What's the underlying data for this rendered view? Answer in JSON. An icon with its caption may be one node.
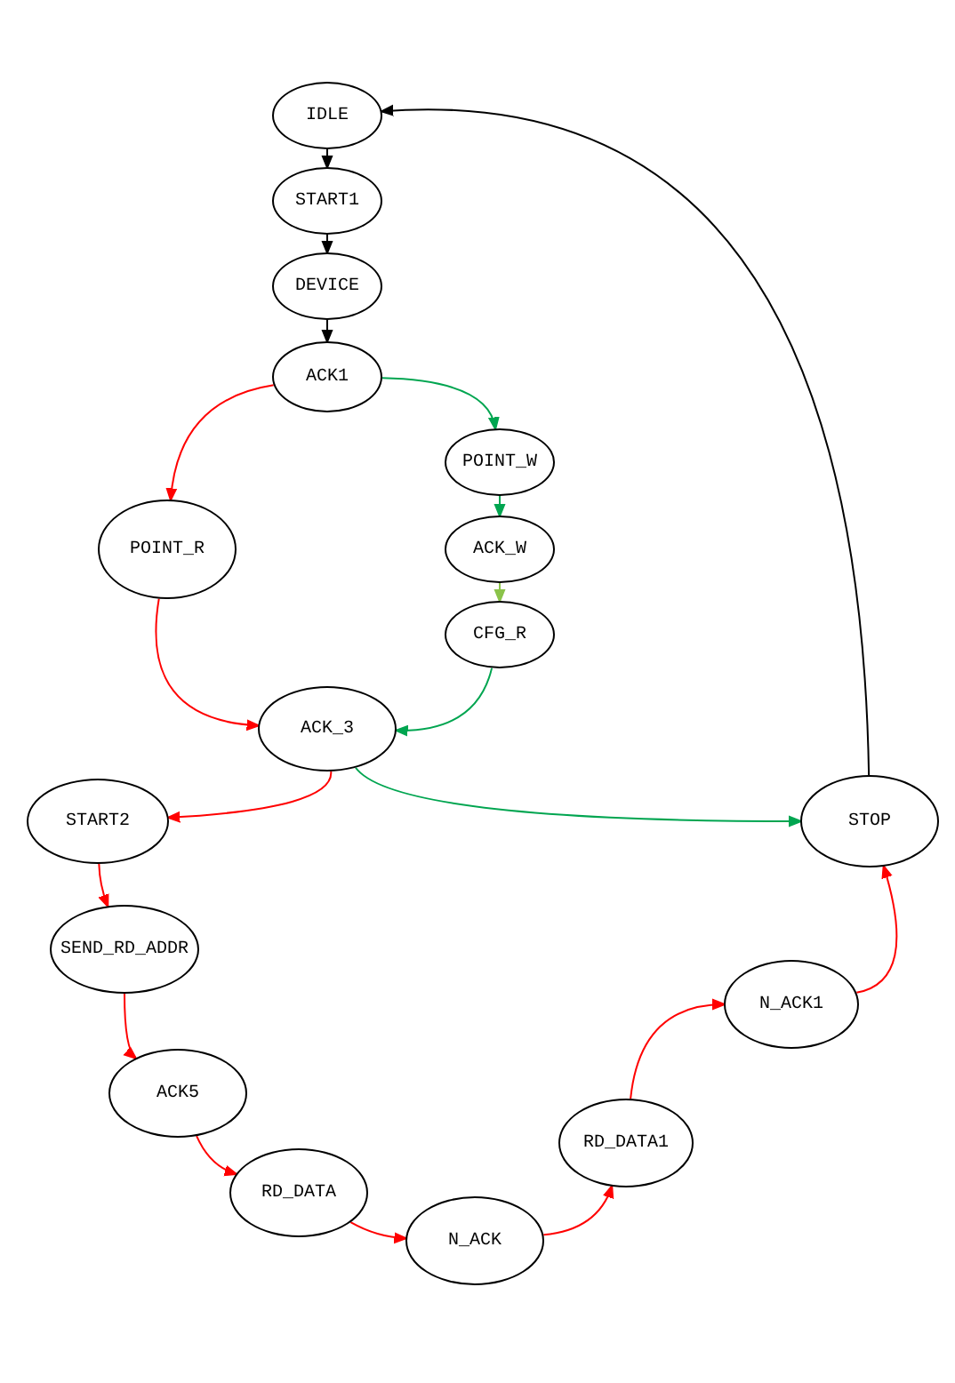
{
  "diagram": {
    "nodes": [
      {
        "text": [
          "IDLE"
        ]
      },
      {
        "text": [
          "START1"
        ]
      },
      {
        "text": [
          "DEVICE"
        ]
      },
      {
        "text": [
          "ACK1"
        ]
      },
      {
        "text": [
          "POINT_W"
        ]
      },
      {
        "text": [
          "POINT_R"
        ]
      },
      {
        "text": [
          "ACK_W"
        ]
      },
      {
        "text": [
          "CFG_R"
        ]
      },
      {
        "text": [
          "ACK_3"
        ]
      },
      {
        "text": [
          "START2"
        ]
      },
      {
        "text": [
          "STOP"
        ]
      },
      {
        "text": [
          "SEND_RD_ADDR"
        ]
      },
      {
        "text": [
          "N_ACK1"
        ]
      },
      {
        "text": [
          "ACK5"
        ]
      },
      {
        "text": [
          "RD_DATA1"
        ]
      },
      {
        "text": [
          "RD_DATA"
        ]
      },
      {
        "text": [
          "N_ACK"
        ]
      }
    ],
    "edges": [
      {
        "from": 0,
        "to": 1,
        "arrow": "to",
        "color": "#000000"
      },
      {
        "from": 1,
        "to": 2,
        "arrow": "to",
        "color": "#000000"
      },
      {
        "from": 2,
        "to": 3,
        "arrow": "to",
        "color": "#000000"
      },
      {
        "from": 3,
        "to": 4,
        "arrow": "to",
        "color": "#00a550"
      },
      {
        "from": 3,
        "to": 5,
        "arrow": "to"
      },
      {
        "from": 4,
        "to": 6,
        "arrow": "to",
        "color": "#00a550"
      },
      {
        "from": 6,
        "to": 7,
        "arrow": "to",
        "color": "#8bc34a"
      },
      {
        "from": 7,
        "to": 8,
        "arrow": "to",
        "color": "#00a550"
      },
      {
        "from": 5,
        "to": 8,
        "arrow": "to"
      },
      {
        "from": 8,
        "to": 9,
        "arrow": "to"
      },
      {
        "from": 8,
        "to": 10,
        "arrow": "to",
        "color": "#00a550"
      },
      {
        "from": 9,
        "to": 11,
        "arrow": "to"
      },
      {
        "from": 11,
        "to": 13,
        "arrow": "to"
      },
      {
        "from": 13,
        "to": 15,
        "arrow": "to"
      },
      {
        "from": 15,
        "to": 16,
        "arrow": "to"
      },
      {
        "from": 16,
        "to": 14,
        "arrow": "to"
      },
      {
        "from": 14,
        "to": 12,
        "arrow": "to"
      },
      {
        "from": 12,
        "to": 10,
        "arrow": "to"
      },
      {
        "from": 10,
        "to": 0,
        "arrow": "to",
        "color": "#000000"
      }
    ]
  }
}
